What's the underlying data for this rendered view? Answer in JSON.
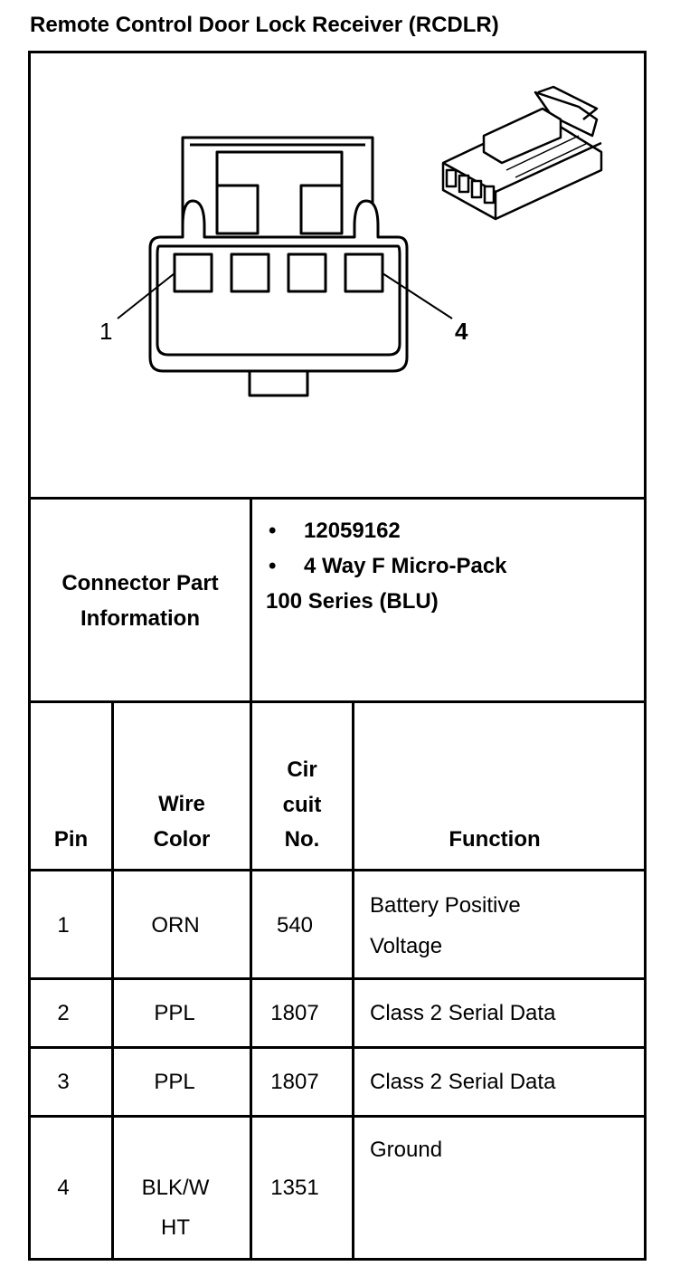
{
  "title": "Remote Control Door Lock Receiver (RCDLR)",
  "diagram": {
    "pin_first": "1",
    "pin_last": "4"
  },
  "connector": {
    "label_line1": "Connector Part",
    "label_line2": "Information",
    "part_number": "12059162",
    "description": "4 Way F Micro-Pack",
    "series": "100 Series (BLU)",
    "bullet": "•"
  },
  "table": {
    "headers": {
      "pin": "Pin",
      "wire_color": [
        "Wire",
        "Color"
      ],
      "circuit": [
        "Cir",
        "cuit",
        "No."
      ],
      "function": "Function"
    },
    "rows": [
      {
        "pin": "1",
        "color": [
          "ORN"
        ],
        "circuit": "540",
        "function": [
          "Battery Positive",
          "Voltage"
        ]
      },
      {
        "pin": "2",
        "color": [
          "PPL"
        ],
        "circuit": "1807",
        "function": [
          "Class 2 Serial Data"
        ]
      },
      {
        "pin": "3",
        "color": [
          "PPL"
        ],
        "circuit": "1807",
        "function": [
          "Class 2 Serial Data"
        ]
      },
      {
        "pin": "4",
        "color": [
          "BLK/W",
          "HT"
        ],
        "circuit": "1351",
        "function": [
          "Ground"
        ]
      }
    ]
  }
}
